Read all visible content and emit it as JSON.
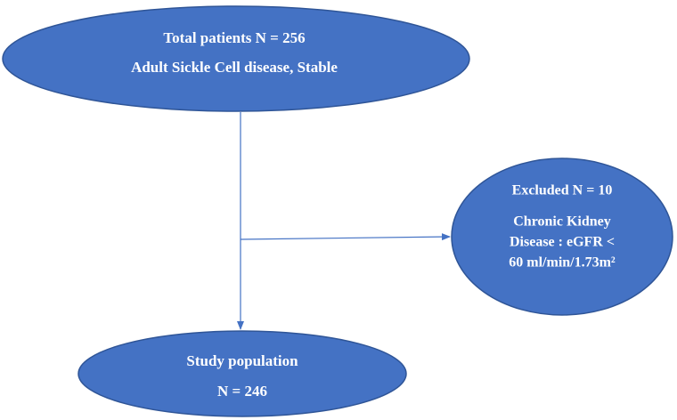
{
  "nodes": {
    "total": {
      "title": "Total patients N = 256",
      "subtitle": "Adult Sickle Cell disease, Stable"
    },
    "excluded": {
      "title": "Excluded N = 10",
      "lines": [
        "Chronic Kidney",
        "Disease : eGFR <",
        "60 ml/min/1.73m²"
      ]
    },
    "study": {
      "title": "Study population",
      "count": "N = 246"
    }
  },
  "colors": {
    "node_fill": "#4472c4",
    "node_border": "#2f5597",
    "connector": "#4472c4",
    "text": "#ffffff"
  }
}
